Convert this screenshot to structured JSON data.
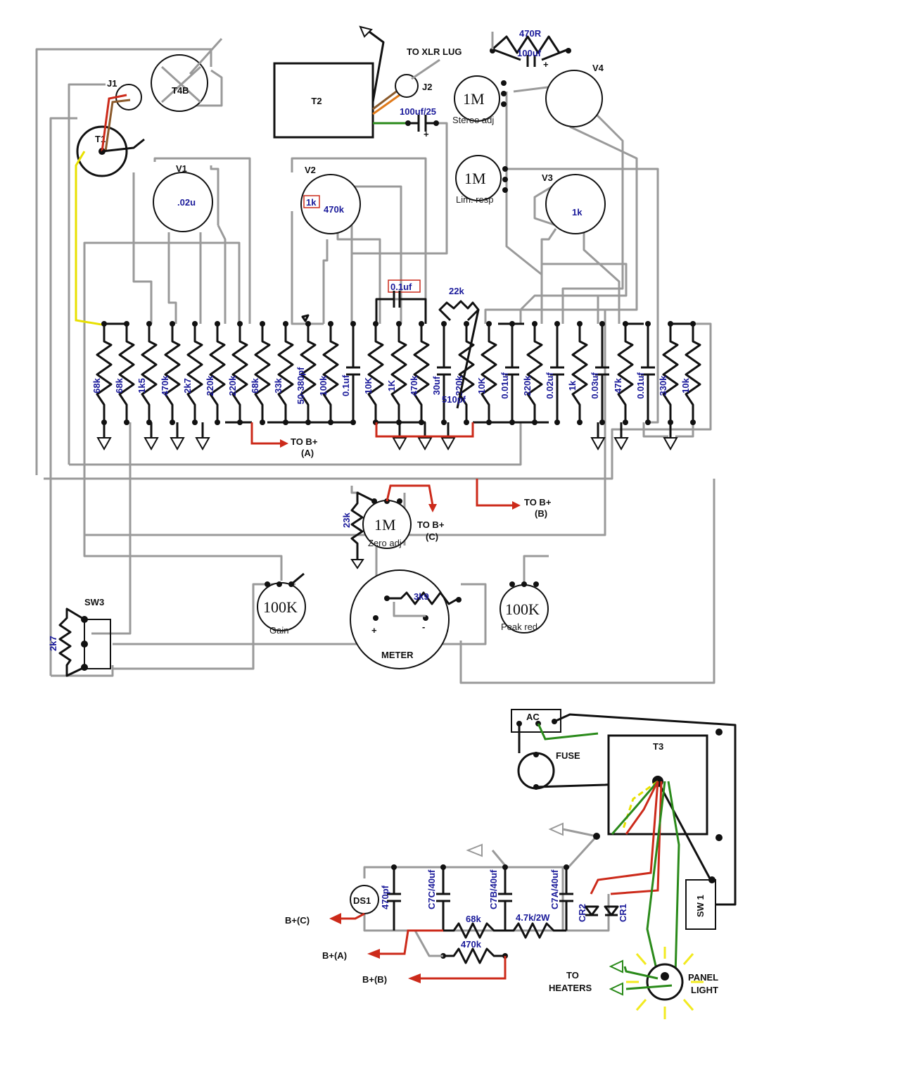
{
  "tubes": {
    "v1": "V1",
    "v2": "V2",
    "v3": "V3",
    "v4": "V4"
  },
  "top": {
    "t2": "T2",
    "to_xlr_lug": "TO XLR LUG",
    "j1": "J1",
    "j2": "J2",
    "t1": "T1",
    "t4b": "T4B",
    "cap_100uf_25": "100uf/25",
    "r_470r": "470R",
    "cap_100uf": "100uf",
    "pot_1m": "1M",
    "stereo_adj": "Stereo adj",
    "lim_resp": "Lim. resp",
    "v1_cap": ".02u",
    "v2_r1": "1k",
    "v2_r2": "470k",
    "v3_r": "1k"
  },
  "board": {
    "components": [
      "68k",
      "68k",
      "1k5",
      "470k",
      "2k7",
      "220k",
      "220k",
      "68k",
      "33k",
      "50-380pf",
      "100k",
      "0.1uf",
      "10K",
      "1K",
      "470k",
      "30uf",
      "220k",
      "10K",
      "0.01uf",
      "220k",
      "0.02uf",
      "1k",
      "0.03uf",
      "47k",
      "0.01uf",
      "330k",
      "10k"
    ],
    "cap_0_1uf": "0.1uf",
    "r_22k": "22k",
    "cap_510pf": "510pf"
  },
  "bplus": {
    "to_b_plus": "TO B+",
    "a": "(A)",
    "b": "(B)",
    "c": "(C)",
    "r_23k": "23k",
    "zero_adj": "Zero adj",
    "pot_1m": "1M"
  },
  "meter": {
    "title": "METER",
    "r_3k9": "3k9",
    "plus": "+",
    "minus": "-",
    "gain_val": "100K",
    "gain_label": "Gain",
    "peak_val": "100K",
    "peak_label": "Peak red",
    "sw3": "SW3",
    "r_2k7": "2k7"
  },
  "psu": {
    "ac": "AC",
    "fuse": "FUSE",
    "t3": "T3",
    "sw1": "SW 1",
    "ds1": "DS1",
    "c_470pf": "470pf",
    "c7c": "C7C/40uf",
    "c7b": "C7B/40uf",
    "c7a": "C7A/40uf",
    "cr2": "CR2",
    "cr1": "CR1",
    "r_68k": "68k",
    "r_4k7": "4.7k/2W",
    "r_470k": "470k",
    "b_plus_c": "B+(C)",
    "b_plus_a": "B+(A)",
    "b_plus_b": "B+(B)",
    "to": "TO",
    "heaters": "HEATERS",
    "panel": "PANEL",
    "light": "LIGHT"
  }
}
